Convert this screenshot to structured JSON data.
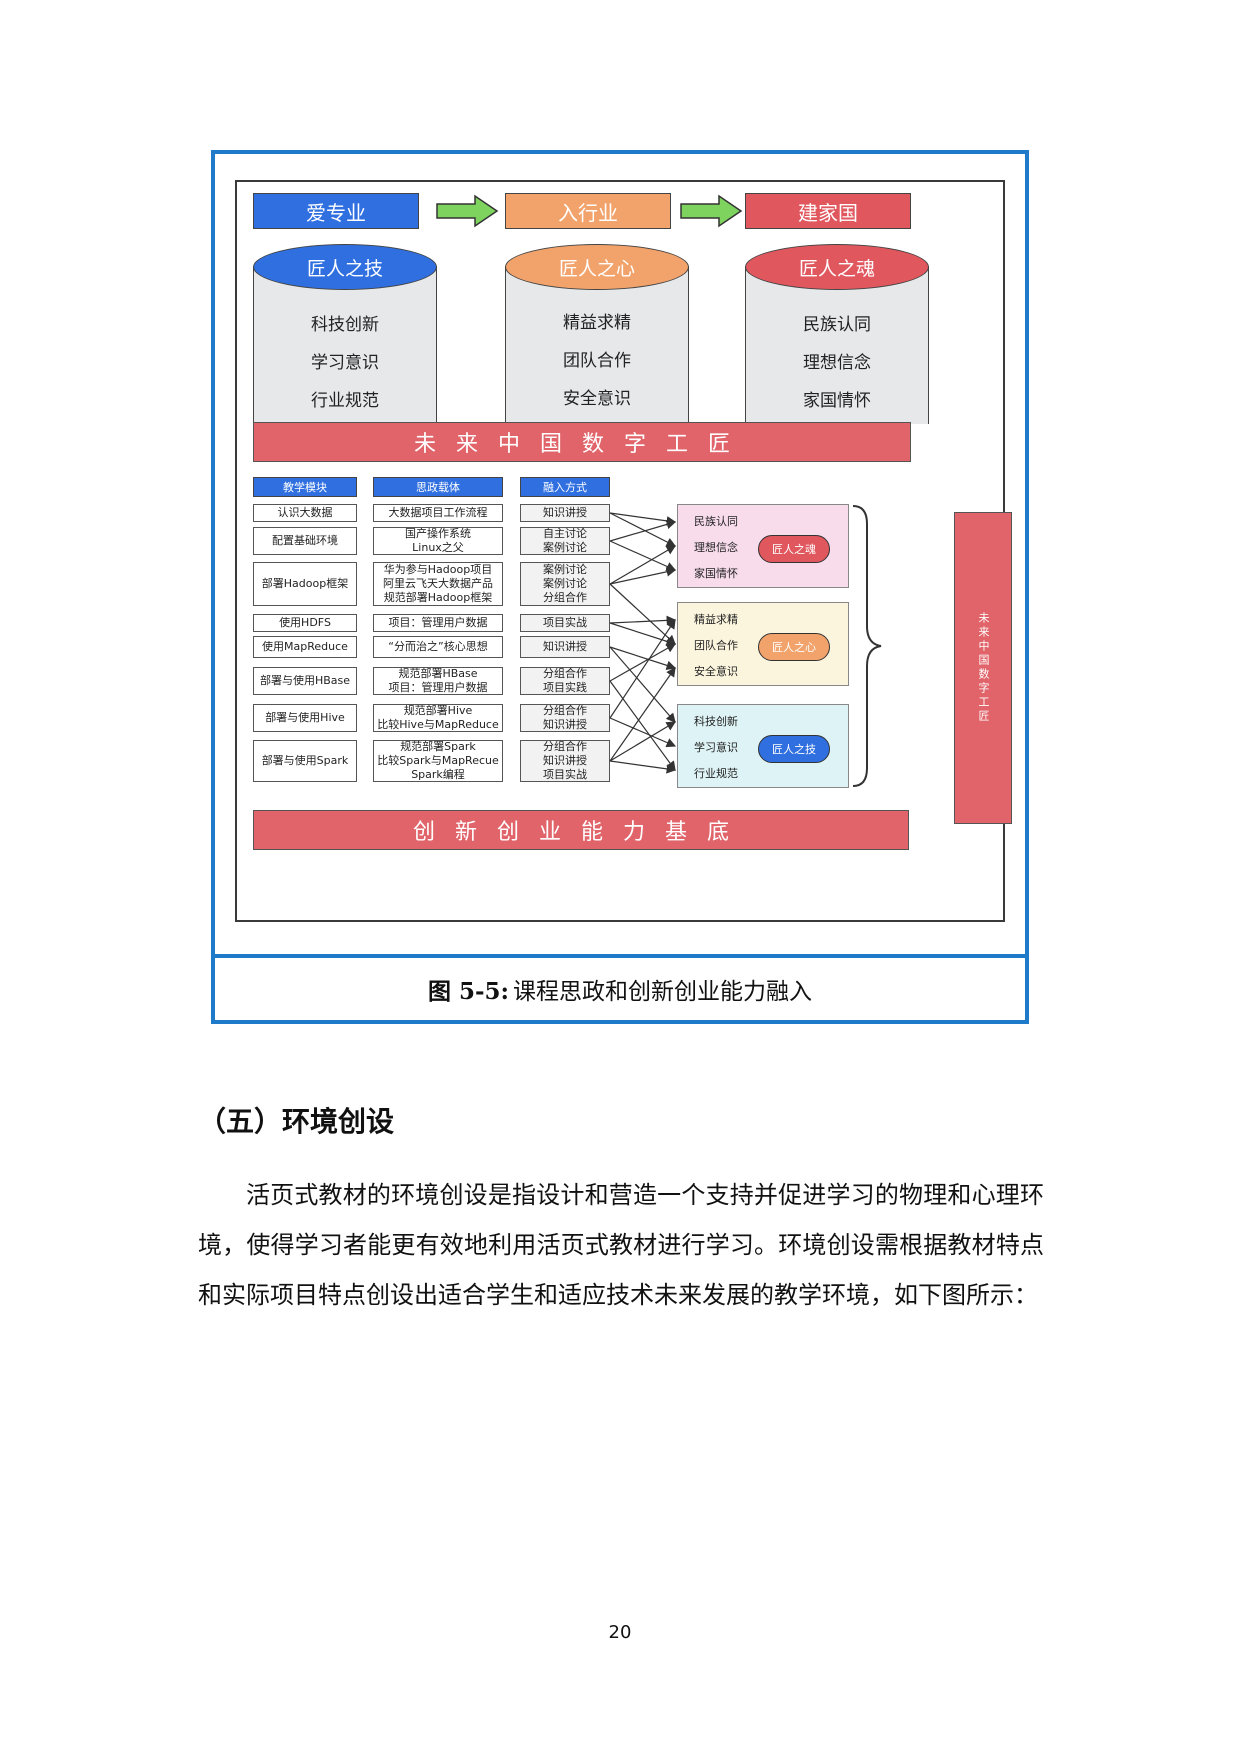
{
  "figure": {
    "top_row": [
      "爱专业",
      "入行业",
      "建家国"
    ],
    "cylinders": [
      {
        "title": "匠人之技",
        "items": [
          "科技创新",
          "学习意识",
          "行业规范"
        ]
      },
      {
        "title": "匠人之心",
        "items": [
          "精益求精",
          "团队合作",
          "安全意识"
        ]
      },
      {
        "title": "匠人之魂",
        "items": [
          "民族认同",
          "理想信念",
          "家国情怀"
        ]
      }
    ],
    "banner_top": "未来中国数字工匠",
    "column_headers": [
      "教学模块",
      "思政载体",
      "融入方式"
    ],
    "modules": [
      "认识大数据",
      "配置基础环境",
      "部署Hadoop框架",
      "使用HDFS",
      "使用MapReduce",
      "部署与使用HBase",
      "部署与使用Hive",
      "部署与使用Spark"
    ],
    "carriers": [
      "大数据项目工作流程",
      "国产操作系统\nLinux之父",
      "华为参与Hadoop项目\n阿里云飞天大数据产品\n规范部署Hadoop框架",
      "项目：管理用户数据",
      "“分而治之”核心思想",
      "规范部署HBase\n项目：管理用户数据",
      "规范部署Hive\n比较Hive与MapReduce",
      "规范部署Spark\n比较Spark与MapRecue\nSpark编程"
    ],
    "methods": [
      "知识讲授",
      "自主讨论\n案例讨论",
      "案例讨论\n案例讨论\n分组合作",
      "项目实战",
      "知识讲授",
      "分组合作\n项目实践",
      "分组合作\n知识讲授",
      "分组合作\n知识讲授\n项目实战"
    ],
    "targets": [
      {
        "items": [
          "民族认同",
          "理想信念",
          "家国情怀"
        ],
        "pill": "匠人之魂"
      },
      {
        "items": [
          "精益求精",
          "团队合作",
          "安全意识"
        ],
        "pill": "匠人之心"
      },
      {
        "items": [
          "科技创新",
          "学习意识",
          "行业规范"
        ],
        "pill": "匠人之技"
      }
    ],
    "vertical_label": "未来中国数字工匠",
    "banner_bottom": "创新创业能力基底",
    "caption_label": "图 5-5:",
    "caption_text": "课程思政和创新创业能力融入",
    "colors": {
      "blue": "#2f6fe0",
      "orange": "#f2a36b",
      "red": "#e0575e",
      "pink": "#f8dcec",
      "yellow": "#fbf5de",
      "cyan": "#def3f5"
    }
  },
  "section_title": "（五）环境创设",
  "paragraph": "活页式教材的环境创设是指设计和营造一个支持并促进学习的物理和心理环境，使得学习者能更有效地利用活页式教材进行学习。环境创设需根据教材特点和实际项目特点创设出适合学生和适应技术未来发展的教学环境，如下图所示：",
  "page_number": "20"
}
